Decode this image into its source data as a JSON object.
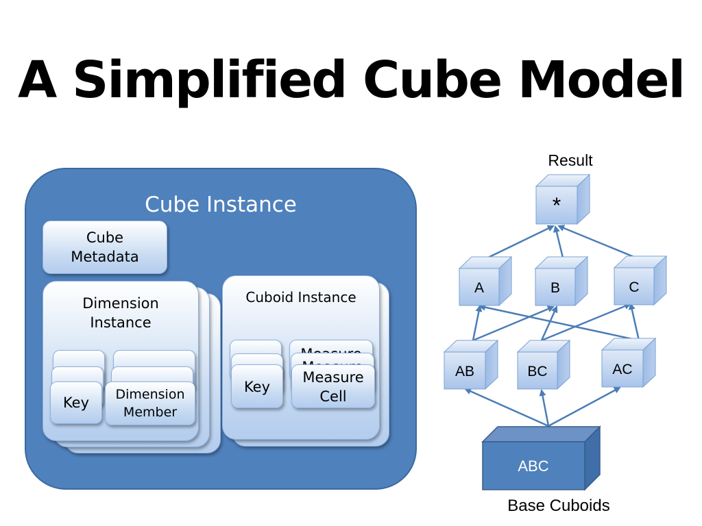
{
  "title": "A Simplified Cube Model",
  "cube_instance": {
    "label": "Cube Instance",
    "metadata": "Cube Metadata",
    "dimension_instance": {
      "label": "Dimension Instance",
      "key": "Key",
      "member": "Dimension Member"
    },
    "cuboid_instance": {
      "label": "Cuboid Instance",
      "key": "Key",
      "measure_cell": "Measure Cell",
      "measure_back": "Measure"
    }
  },
  "lattice": {
    "result_label": "Result",
    "base_label": "Base Cuboids",
    "apex": "*",
    "level1": [
      "A",
      "B",
      "C"
    ],
    "level2": [
      "AB",
      "BC",
      "AC"
    ],
    "base": "ABC"
  },
  "colors": {
    "panel": "#4f81bd",
    "cube_front": "#c6d9f1",
    "base_front": "#4f81bd",
    "edge": "#4a7db5"
  }
}
